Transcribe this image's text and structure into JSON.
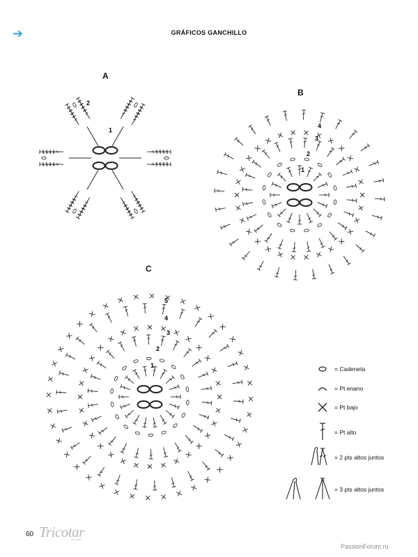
{
  "header": {
    "arrow_icon": "arrow-right-icon",
    "title": "GRÁFICOS GANCHILLO",
    "accent_color": "#3aa3d8"
  },
  "diagrams": {
    "a": {
      "label": "A",
      "row_numbers": [
        "1",
        "2"
      ]
    },
    "b": {
      "label": "B",
      "row_numbers": [
        "1",
        "2",
        "3",
        "4"
      ]
    },
    "c": {
      "label": "C",
      "row_numbers": [
        "1",
        "2",
        "3",
        "4",
        "5"
      ]
    }
  },
  "legend": [
    {
      "symbol": "chain-icon",
      "text": "= Cadeneta"
    },
    {
      "symbol": "slip-stitch-icon",
      "text": "= Pt enano"
    },
    {
      "symbol": "single-crochet-icon",
      "text": "= Pt bajo"
    },
    {
      "symbol": "double-crochet-icon",
      "text": "= Pt alto"
    },
    {
      "symbol": "dc2tog-icon",
      "text": "= 2 pts altos juntos"
    },
    {
      "symbol": "dc3tog-icon",
      "text": "= 3 pts altos juntos"
    }
  ],
  "footer": {
    "page_number": "60",
    "brand": "Tricotar",
    "brand_sub": "en casa",
    "watermark": "PassionForum.ru"
  }
}
